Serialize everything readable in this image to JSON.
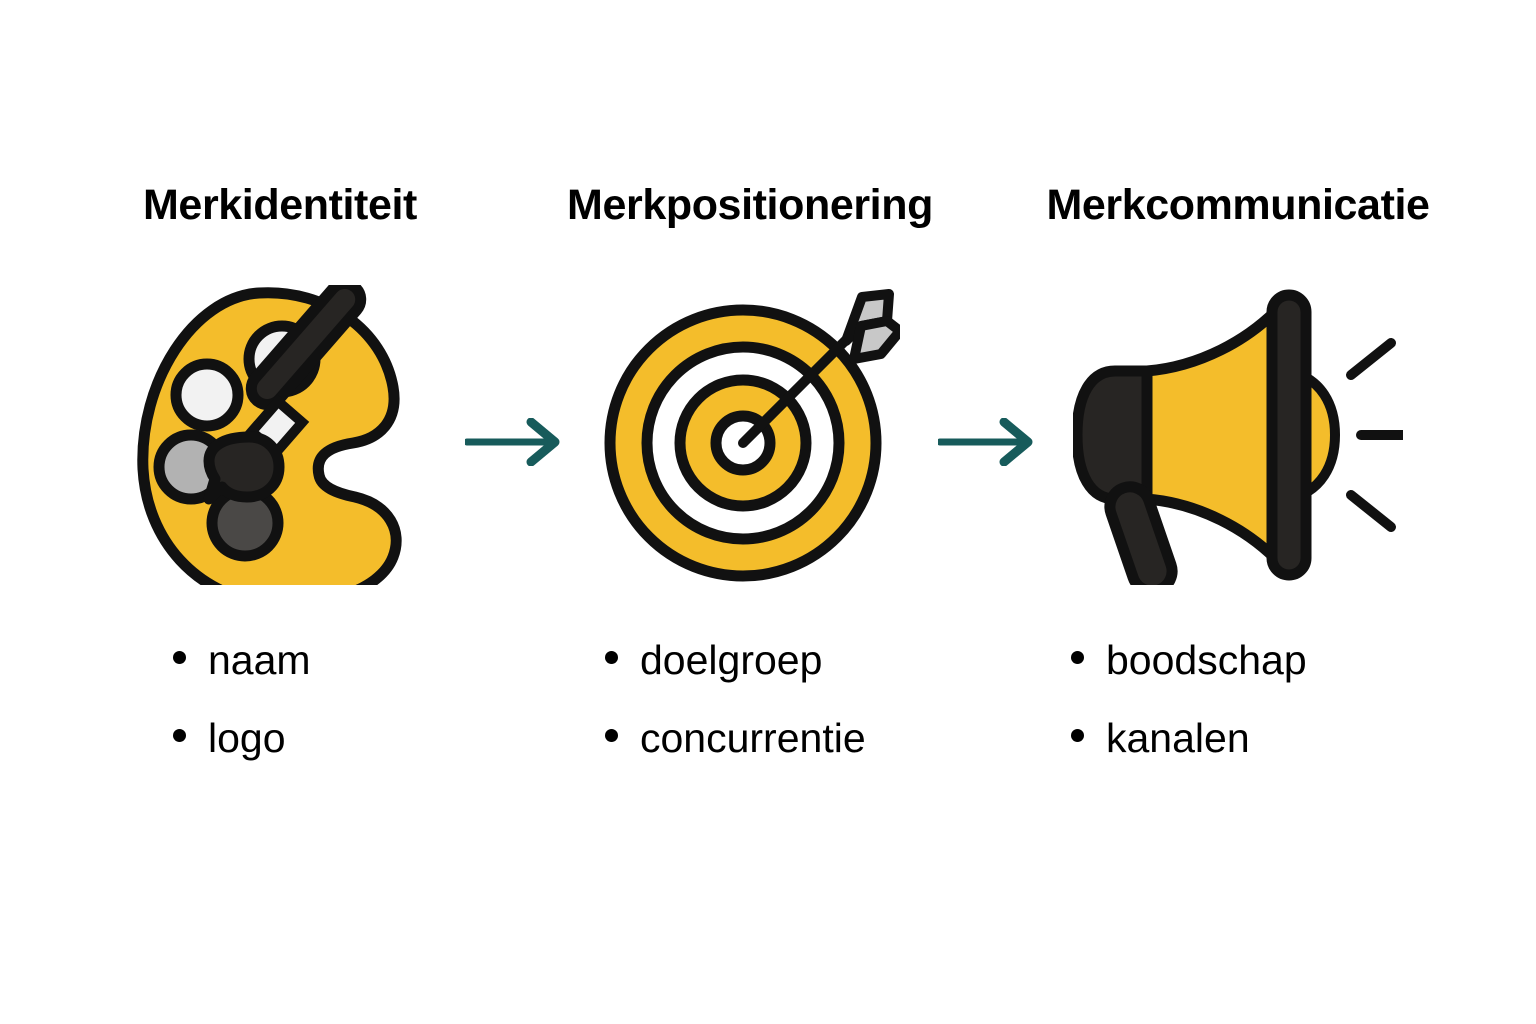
{
  "page": {
    "background": "#ffffff",
    "language": "nl"
  },
  "palette": {
    "yellow": "#F4BD2B",
    "dark": "#272523",
    "teal": "#175B5B",
    "light_gray": "#B2B2B2",
    "dark_gray": "#4A4846",
    "white": "#F2F2F2",
    "outline": "#111111"
  },
  "diagram": {
    "type": "process-flow",
    "direction": "left-to-right",
    "steps": [
      {
        "title": "Merkidentiteit",
        "icon": "paint-palette-icon",
        "bullets": [
          "naam",
          "logo"
        ]
      },
      {
        "title": "Merkpositionering",
        "icon": "target-bullseye-arrow-icon",
        "bullets": [
          "doelgroep",
          "concurrentie"
        ]
      },
      {
        "title": "Merkcommunicatie",
        "icon": "megaphone-icon",
        "bullets": [
          "boodschap",
          "kanalen"
        ]
      }
    ],
    "connectors": [
      {
        "icon": "arrow-right-icon",
        "from": "Merkidentiteit",
        "to": "Merkpositionering"
      },
      {
        "icon": "arrow-right-icon",
        "from": "Merkpositionering",
        "to": "Merkcommunicatie"
      }
    ]
  }
}
